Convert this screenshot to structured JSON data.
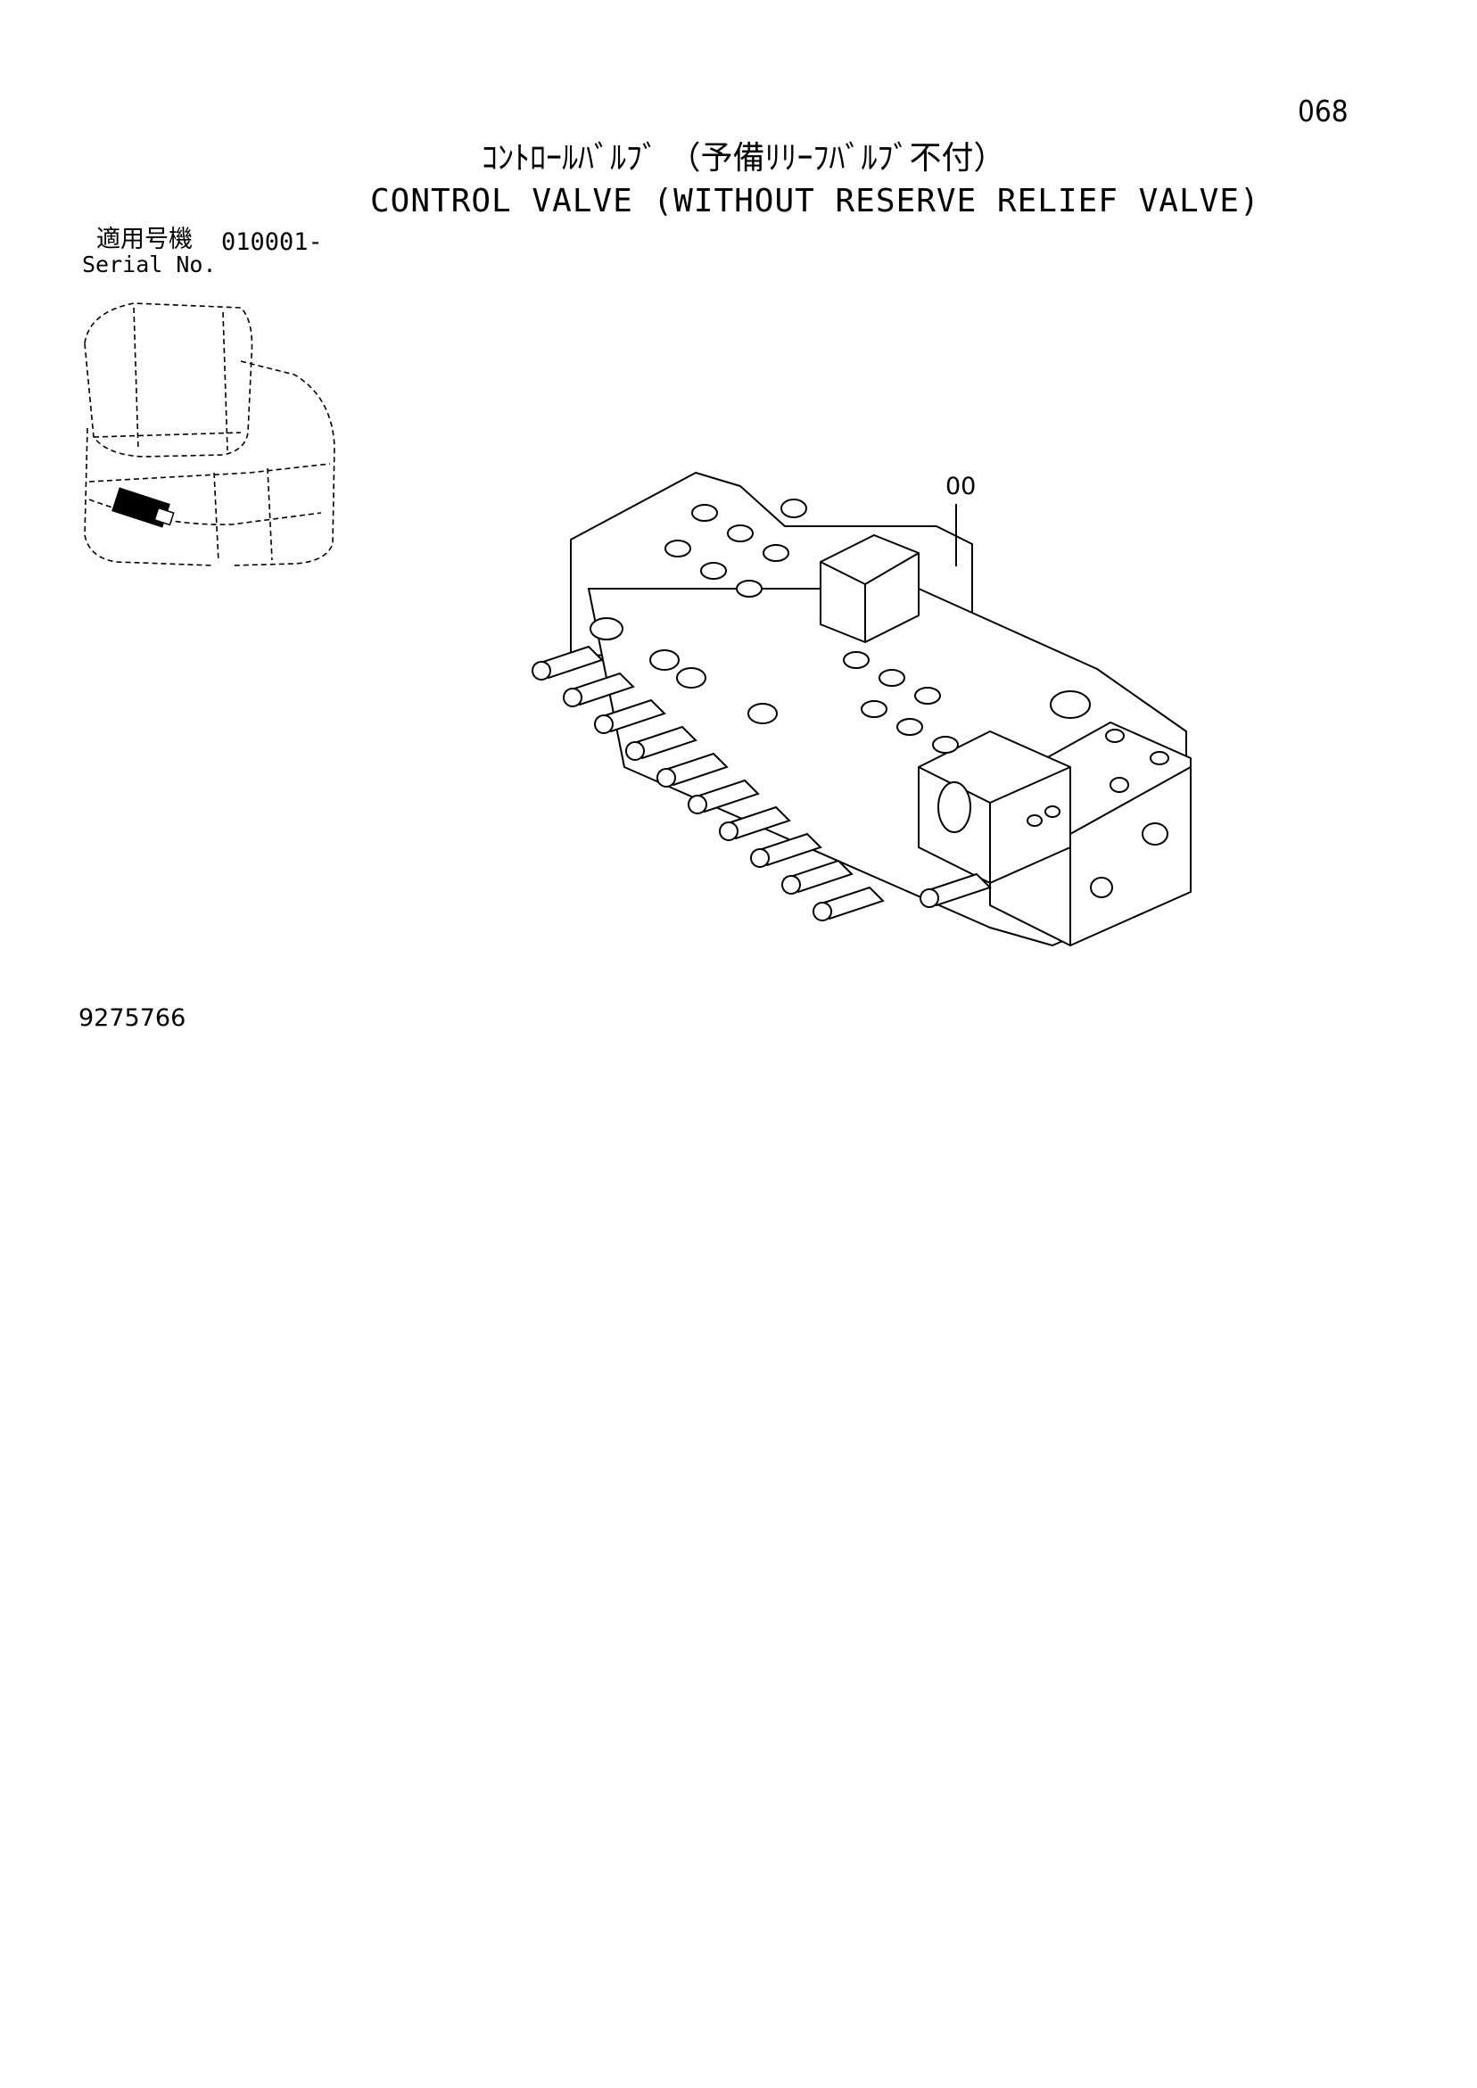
{
  "page_number": "068",
  "title": {
    "japanese": "ｺﾝﾄﾛｰﾙﾊﾞﾙﾌﾞ （予備ﾘﾘｰﾌﾊﾞﾙﾌﾞ不付）",
    "english": "CONTROL VALVE (WITHOUT RESERVE RELIEF VALVE)"
  },
  "serial": {
    "label_japanese": "適用号機",
    "value": "010001-",
    "label_english": "Serial No."
  },
  "callout": {
    "part_label": "00"
  },
  "document_number": "9275766"
}
